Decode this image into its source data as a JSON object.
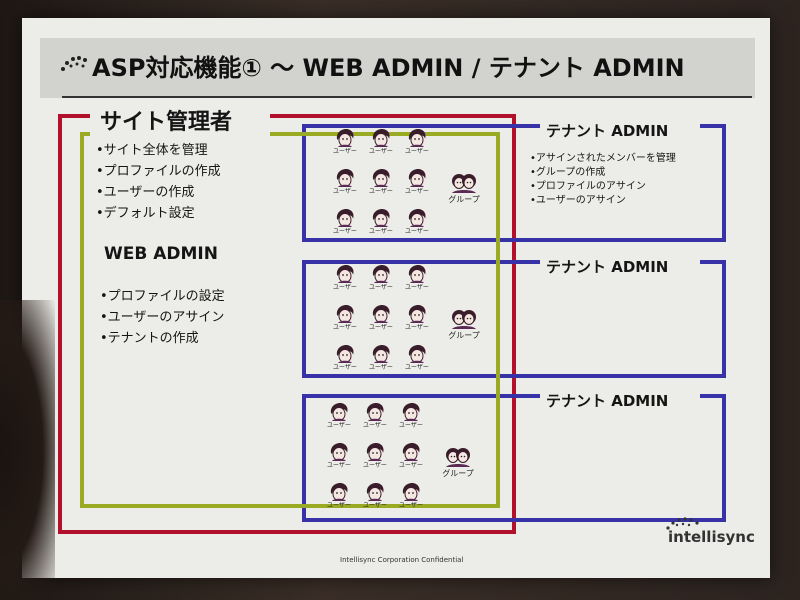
{
  "title": "ASP対応機能① ～ WEB ADMIN / テナント ADMIN",
  "site_admin": {
    "heading": "サイト管理者",
    "items": [
      "•サイト全体を管理",
      "•プロファイルの作成",
      "•ユーザーの作成",
      "•デフォルト設定"
    ]
  },
  "web_admin": {
    "heading": "WEB ADMIN",
    "items": [
      "•プロファイルの設定",
      "•ユーザーのアサイン",
      "•テナントの作成"
    ]
  },
  "tenants": [
    {
      "heading": "テナント ADMIN",
      "items": [
        "•アサインされたメンバーを管理",
        "•グループの作成",
        "•プロファイルのアサイン",
        "•ユーザーのアサイン"
      ]
    },
    {
      "heading": "テナント ADMIN",
      "items": []
    },
    {
      "heading": "テナント ADMIN",
      "items": []
    }
  ],
  "user_caption": "ユーザー",
  "group_caption": "グループ",
  "footer": "Intellisync Corporation Confidential",
  "logo_text": "intellisync",
  "colors": {
    "site_admin": "#b3102c",
    "web_admin": "#9aaa22",
    "tenant": "#3832a8"
  }
}
